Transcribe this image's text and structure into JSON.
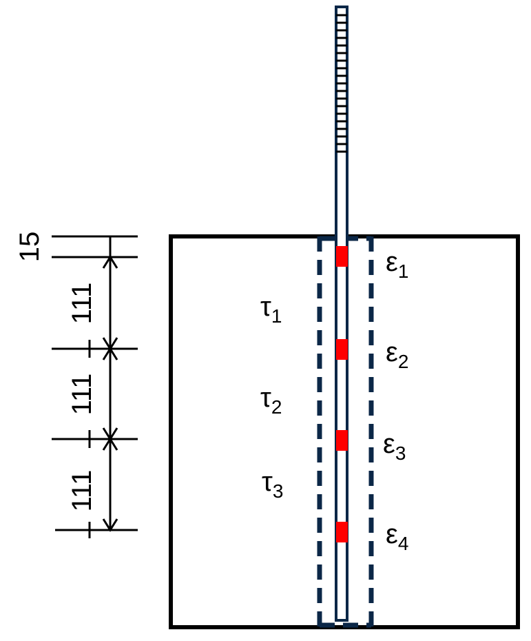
{
  "colors": {
    "outline": "#000000",
    "bar": "#0b2747",
    "gauge": "#ff0000",
    "background": "#ffffff"
  },
  "dimensions": {
    "top_offset": "15",
    "spacings": [
      "111",
      "111",
      "111"
    ]
  },
  "shear_labels": [
    {
      "symbol": "τ",
      "index": "1"
    },
    {
      "symbol": "τ",
      "index": "2"
    },
    {
      "symbol": "τ",
      "index": "3"
    }
  ],
  "strain_labels": [
    {
      "symbol": "ε",
      "index": "1"
    },
    {
      "symbol": "ε",
      "index": "2"
    },
    {
      "symbol": "ε",
      "index": "3"
    },
    {
      "symbol": "ε",
      "index": "4"
    }
  ]
}
